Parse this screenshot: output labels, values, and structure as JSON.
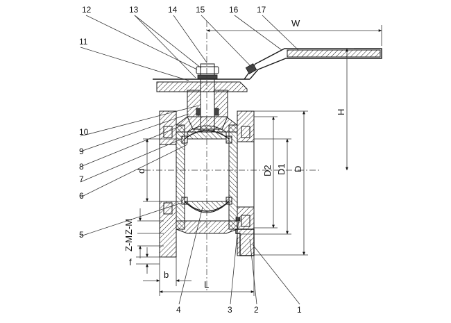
{
  "part_labels": [
    "12",
    "13",
    "14",
    "15",
    "16",
    "17",
    "11",
    "10",
    "9",
    "8",
    "7",
    "6",
    "5",
    "4",
    "3",
    "2",
    "1"
  ],
  "dimension_labels": {
    "W": "W",
    "H": "H",
    "D2": "D2",
    "D1": "D1",
    "D": "D",
    "d": "d",
    "ZM_top": "Z-M",
    "ZM_bottom": "Z-M",
    "f": "f",
    "b": "b",
    "L": "L"
  }
}
